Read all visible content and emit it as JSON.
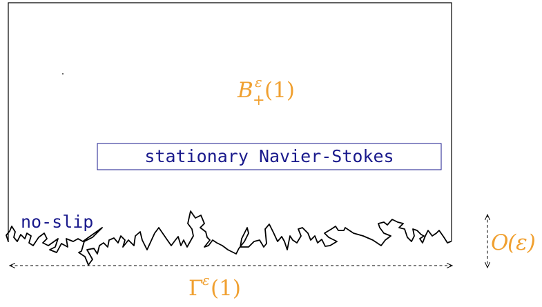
{
  "domain_label": {
    "name_base": "B",
    "name_sup": "ε",
    "name_sub": "+",
    "name_arg": "(1)"
  },
  "equation_label": "stationary Navier-Stokes",
  "boundary_condition_label": "no-slip",
  "height_label": {
    "symbol": "O",
    "arg": "(ε)"
  },
  "boundary_label": {
    "name_base": "Γ",
    "name_sup": "ε",
    "name_arg": "(1)"
  },
  "colors": {
    "math_orange": "#f0a030",
    "mono_blue": "#1a1a8c",
    "box_border": "#1a1a8c",
    "line": "#000000"
  }
}
